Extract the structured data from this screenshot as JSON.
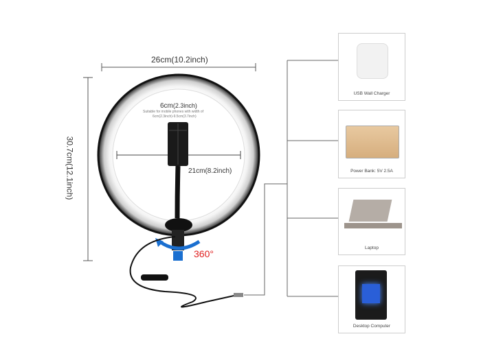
{
  "dimensions": {
    "width": "26cm(10.2inch)",
    "height": "30.7cm(12.1inch)",
    "holder_width": "6cm",
    "holder_width_inch": "(2.3inch)",
    "holder_note": "Suitable for mobile phones with width of",
    "holder_range": "6cm(2.3inch)-9.5cm(3.7inch)",
    "inner_diameter": "21cm(8.2inch)",
    "rotation": "360°"
  },
  "power_sources": [
    {
      "label": "USB Wall Charger"
    },
    {
      "label": "Power Bank: 5V 2.5A"
    },
    {
      "label": "Laptop"
    },
    {
      "label": "Desktop Computer"
    }
  ],
  "colors": {
    "rotation": "#e02020",
    "arrow": "#1a6fd0"
  }
}
